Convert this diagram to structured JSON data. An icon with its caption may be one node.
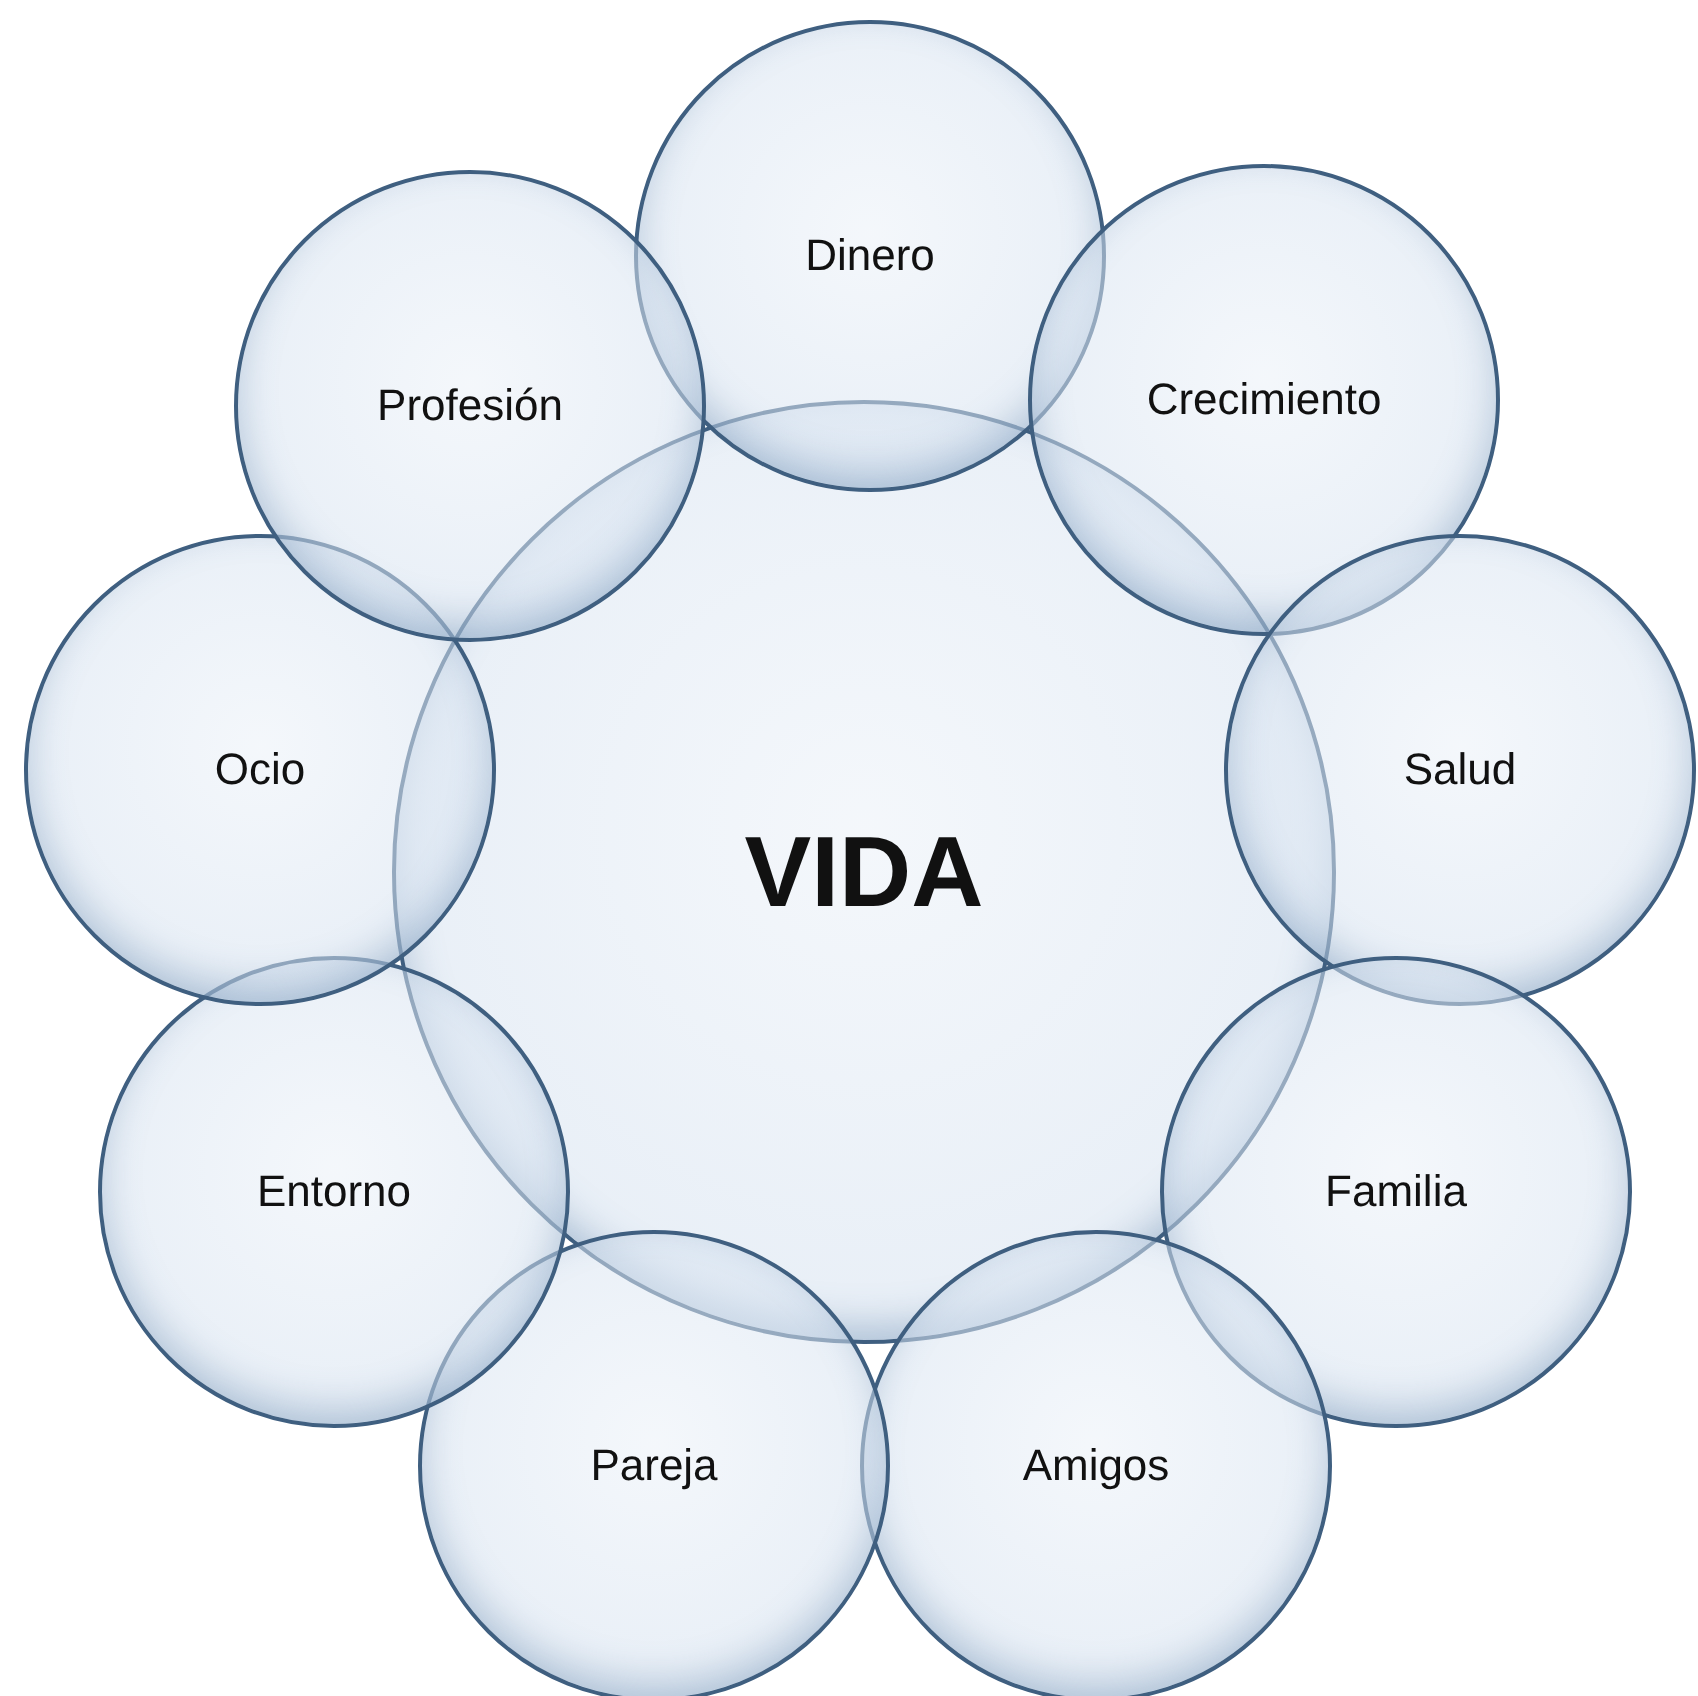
{
  "diagram": {
    "nodes": [
      {
        "text": [
          "VIDA"
        ]
      },
      {
        "text": [
          "Dinero"
        ]
      },
      {
        "text": [
          "Crecimiento"
        ]
      },
      {
        "text": [
          "Salud"
        ]
      },
      {
        "text": [
          "Familia"
        ]
      },
      {
        "text": [
          "Amigos"
        ]
      },
      {
        "text": [
          "Pareja"
        ]
      },
      {
        "text": [
          "Entorno"
        ]
      },
      {
        "text": [
          "Ocio"
        ]
      },
      {
        "text": [
          "Profesión"
        ]
      }
    ]
  }
}
